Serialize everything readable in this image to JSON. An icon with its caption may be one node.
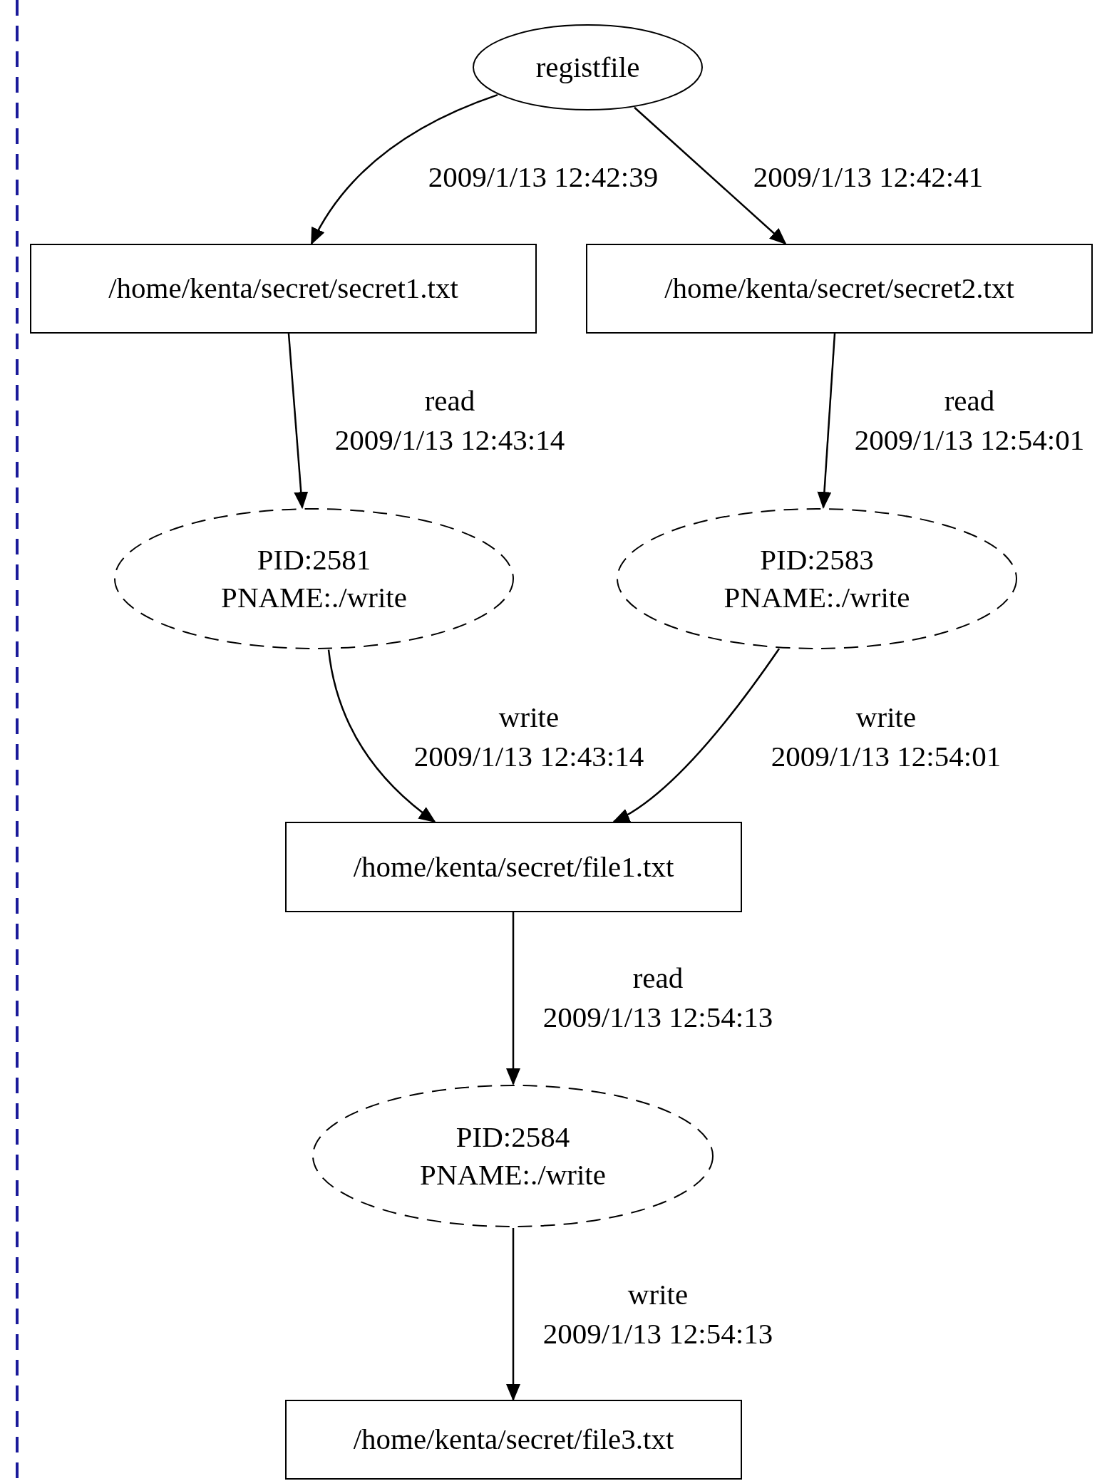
{
  "diagram": {
    "nodes": [
      {
        "text": [
          "registfile"
        ]
      },
      {
        "text": [
          "/home/kenta/secret/secret1.txt"
        ]
      },
      {
        "text": [
          "/home/kenta/secret/secret2.txt"
        ]
      },
      {
        "text": [
          "PID:2581",
          "PNAME:./write"
        ]
      },
      {
        "text": [
          "PID:2583",
          "PNAME:./write"
        ]
      },
      {
        "text": [
          "/home/kenta/secret/file1.txt"
        ]
      },
      {
        "text": [
          "PID:2584",
          "PNAME:./write"
        ]
      },
      {
        "text": [
          "/home/kenta/secret/file3.txt"
        ]
      }
    ],
    "edges": [
      {
        "from": 0,
        "to": 1,
        "arrow": "to",
        "label": "2009/1/13 12:42:39"
      },
      {
        "from": 0,
        "to": 2,
        "arrow": "to",
        "label": "2009/1/13 12:42:41"
      },
      {
        "from": 1,
        "to": 3,
        "arrow": "to",
        "label": "read 2009/1/13 12:43:14"
      },
      {
        "from": 2,
        "to": 4,
        "arrow": "to",
        "label": "read 2009/1/13 12:54:01"
      },
      {
        "from": 3,
        "to": 5,
        "arrow": "to",
        "label": "write 2009/1/13 12:43:14"
      },
      {
        "from": 4,
        "to": 5,
        "arrow": "to",
        "label": "write 2009/1/13 12:54:01"
      },
      {
        "from": 5,
        "to": 6,
        "arrow": "to",
        "label": "read 2009/1/13 12:54:13"
      },
      {
        "from": 6,
        "to": 7,
        "arrow": "to",
        "label": "write 2009/1/13 12:54:13"
      }
    ]
  }
}
